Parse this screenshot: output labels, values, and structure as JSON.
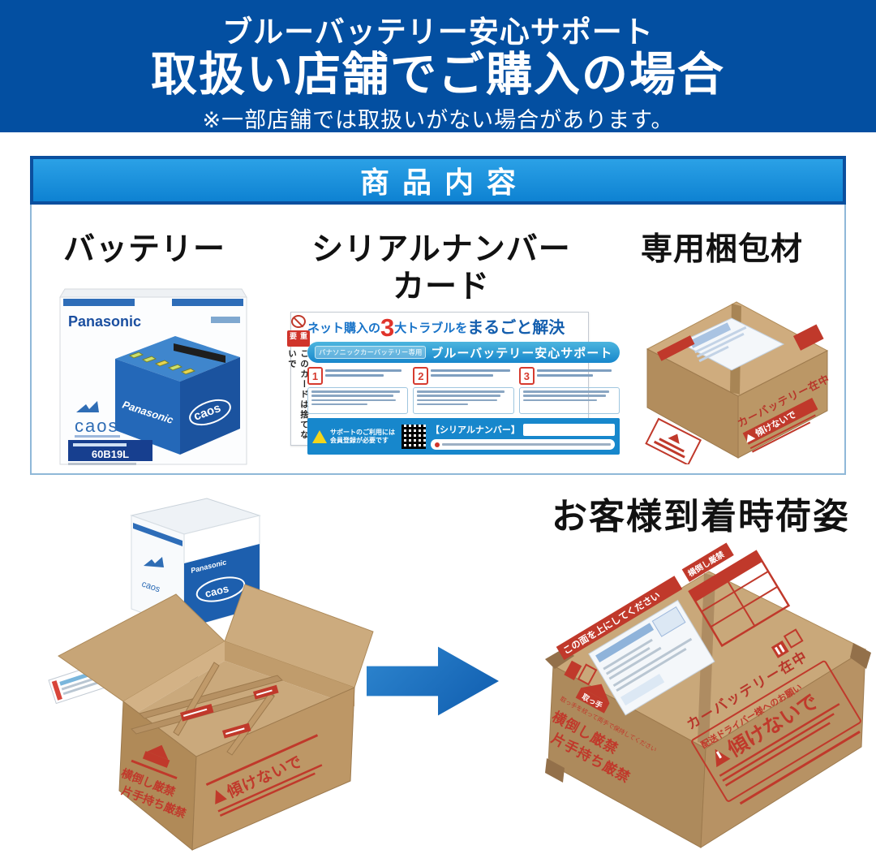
{
  "header": {
    "subtitle": "ブルーバッテリー安心サポート",
    "title": "取扱い店舗でご購入の場合",
    "note": "※一部店舗では取扱いがない場合があります。"
  },
  "contents": {
    "title": "商品内容",
    "items": [
      {
        "label": "バッテリー"
      },
      {
        "label_line1": "シリアルナンバー",
        "label_line2": "カード"
      },
      {
        "label": "専用梱包材"
      }
    ]
  },
  "battery": {
    "brand": "Panasonic",
    "logo": "caos",
    "model": "60B19L"
  },
  "card": {
    "headline": {
      "pre": "ネット購入の",
      "num": "3",
      "mid": "大トラブルを",
      "strong": "まるごと解決"
    },
    "band": {
      "tag": "パナソニックカーバッテリー専用",
      "title": "ブルーバッテリー安心サポート"
    },
    "steps": [
      "1",
      "2",
      "3"
    ],
    "warn1": "サポートのご利用には",
    "warn2": "会員登録が必要です",
    "serial_label": "【シリアルナンバー】",
    "side": {
      "badge": "重要",
      "text": "このカードは捨てないで"
    }
  },
  "spare_box": {
    "contents": "カーバッテリー在中",
    "warn": "傾けないで"
  },
  "arrival": {
    "title": "お客様到着時荷姿"
  },
  "shipping_box": {
    "top_note": "この面を上にしてください",
    "contents": "カーバッテリー在中",
    "driver_note": "配送ドライバー様へのお願い",
    "warn_big": "傾けないで",
    "no_sideways": "横倒し厳禁",
    "no_onehand": "片手持ち厳禁",
    "handle": "取っ手",
    "handle_note": "取っ手を絞って両手で保持してください"
  },
  "colors": {
    "header_bg": "#034fa1",
    "panel_bar": "#118ed9",
    "accent_red": "#c0392b",
    "cardboard": "#c9a87a",
    "arrow_blue": "#1b6cbe",
    "battery_blue": "#1d5fae"
  }
}
